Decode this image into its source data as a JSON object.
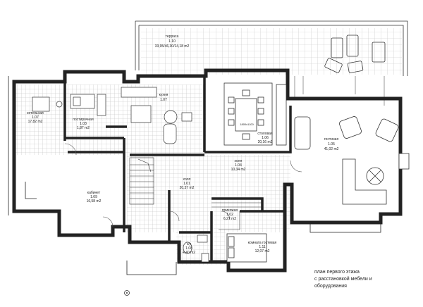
{
  "rooms": {
    "terrace": {
      "name": "терраса",
      "number": "1.10",
      "area": "33,95/46,30/14,18 m2"
    },
    "kitchen": {
      "name": "кухня",
      "number": "1.07",
      "area": ""
    },
    "boiler": {
      "name": "котельная",
      "number": "1.07",
      "area": "17,82 m2"
    },
    "utility": {
      "name": "постирочная",
      "number": "1.03",
      "area": "1,87 m2"
    },
    "dining": {
      "name": "столовая",
      "number": "1.06",
      "area": "20,16 m2"
    },
    "living": {
      "name": "гостиная",
      "number": "1.05",
      "area": "41,02 m2"
    },
    "study": {
      "name": "кабинет",
      "number": "1.09",
      "area": "16,58 m2"
    },
    "hall": {
      "name": "холл",
      "number": "1.01",
      "area": "20,37 m2"
    },
    "corridor": {
      "name": "холл",
      "number": "1.04",
      "area": "10,34 m2"
    },
    "pantry": {
      "name": "прихожая",
      "number": "1.02",
      "area": "6,27 m2"
    },
    "wc": {
      "name": "с/у",
      "number": "1.08",
      "area": "4,40 m2"
    },
    "guest": {
      "name": "комната гостевая",
      "number": "1.11",
      "area": "12,07 m2"
    }
  },
  "table_note": "1800х1100",
  "caption": {
    "line1": "план первого этажа",
    "line2": "с расстановкой мебели и",
    "line3": "оборудования"
  },
  "colors": {
    "wall": "#222222",
    "grid": "#b8b8b8",
    "line": "#333333"
  }
}
